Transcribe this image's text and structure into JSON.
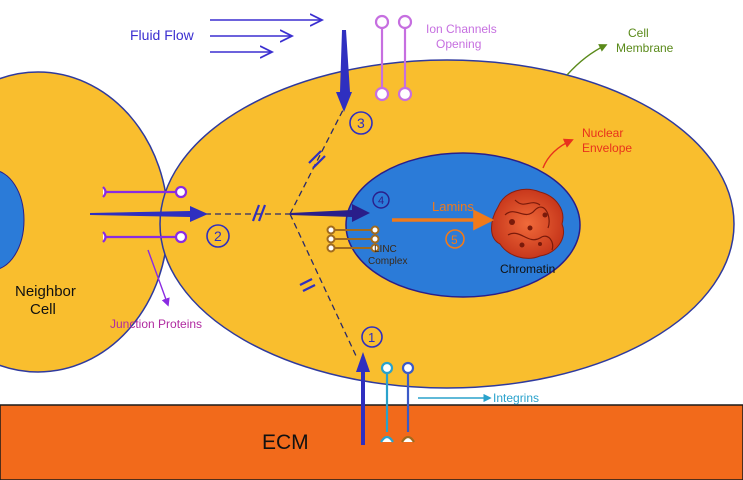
{
  "labels": {
    "fluid_flow": "Fluid Flow",
    "ion_channels": [
      "Ion Channels",
      "Opening"
    ],
    "cell_membrane": [
      "Cell",
      "Membrane"
    ],
    "nuclear_envelope": [
      "Nuclear",
      "Envelope"
    ],
    "neighbor_cell": [
      "Neighbor",
      "Cell"
    ],
    "junction_proteins": "Junction Proteins",
    "lamins": "Lamins",
    "linc_complex": [
      "LINC",
      "Complex"
    ],
    "chromatin": "Chromatin",
    "integrins": "Integrins",
    "ecm": "ECM"
  },
  "steps": [
    "1",
    "2",
    "3",
    "4",
    "5"
  ],
  "colors": {
    "cell": "#F9BE2E",
    "cell_stroke": "#2F3A9E",
    "nucleus": "#2B7BD8",
    "ecm": "#F26A1B",
    "fluid": "#3B2FD0",
    "ion_channel": "#C66FE0",
    "junction": "#8A2BE2",
    "integrin": "#2AA2CC",
    "linc": "#A06A1E",
    "lamins": "#F07A1A",
    "chromatin": "#E2502A",
    "membrane_label": "#5A8A1A",
    "envelope_label": "#E8321C"
  }
}
